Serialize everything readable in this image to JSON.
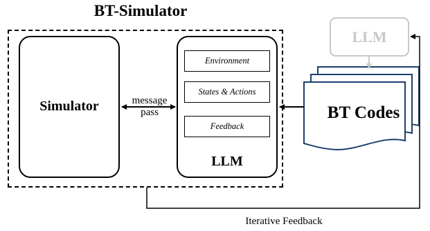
{
  "title": "BT-Simulator",
  "simulator": {
    "label": "Simulator"
  },
  "connector": {
    "line1": "message",
    "line2": "pass"
  },
  "llm": {
    "label": "LLM",
    "items": [
      "Environment",
      "States & Actions",
      "Feedback"
    ]
  },
  "external_llm": {
    "label": "LLM"
  },
  "bt_codes": {
    "label": "BT Codes"
  },
  "feedback_loop": {
    "label": "Iterative Feedback"
  },
  "colors": {
    "document_border": "#1c3f6e",
    "ghost": "#c8c8c8",
    "line": "#000000"
  }
}
